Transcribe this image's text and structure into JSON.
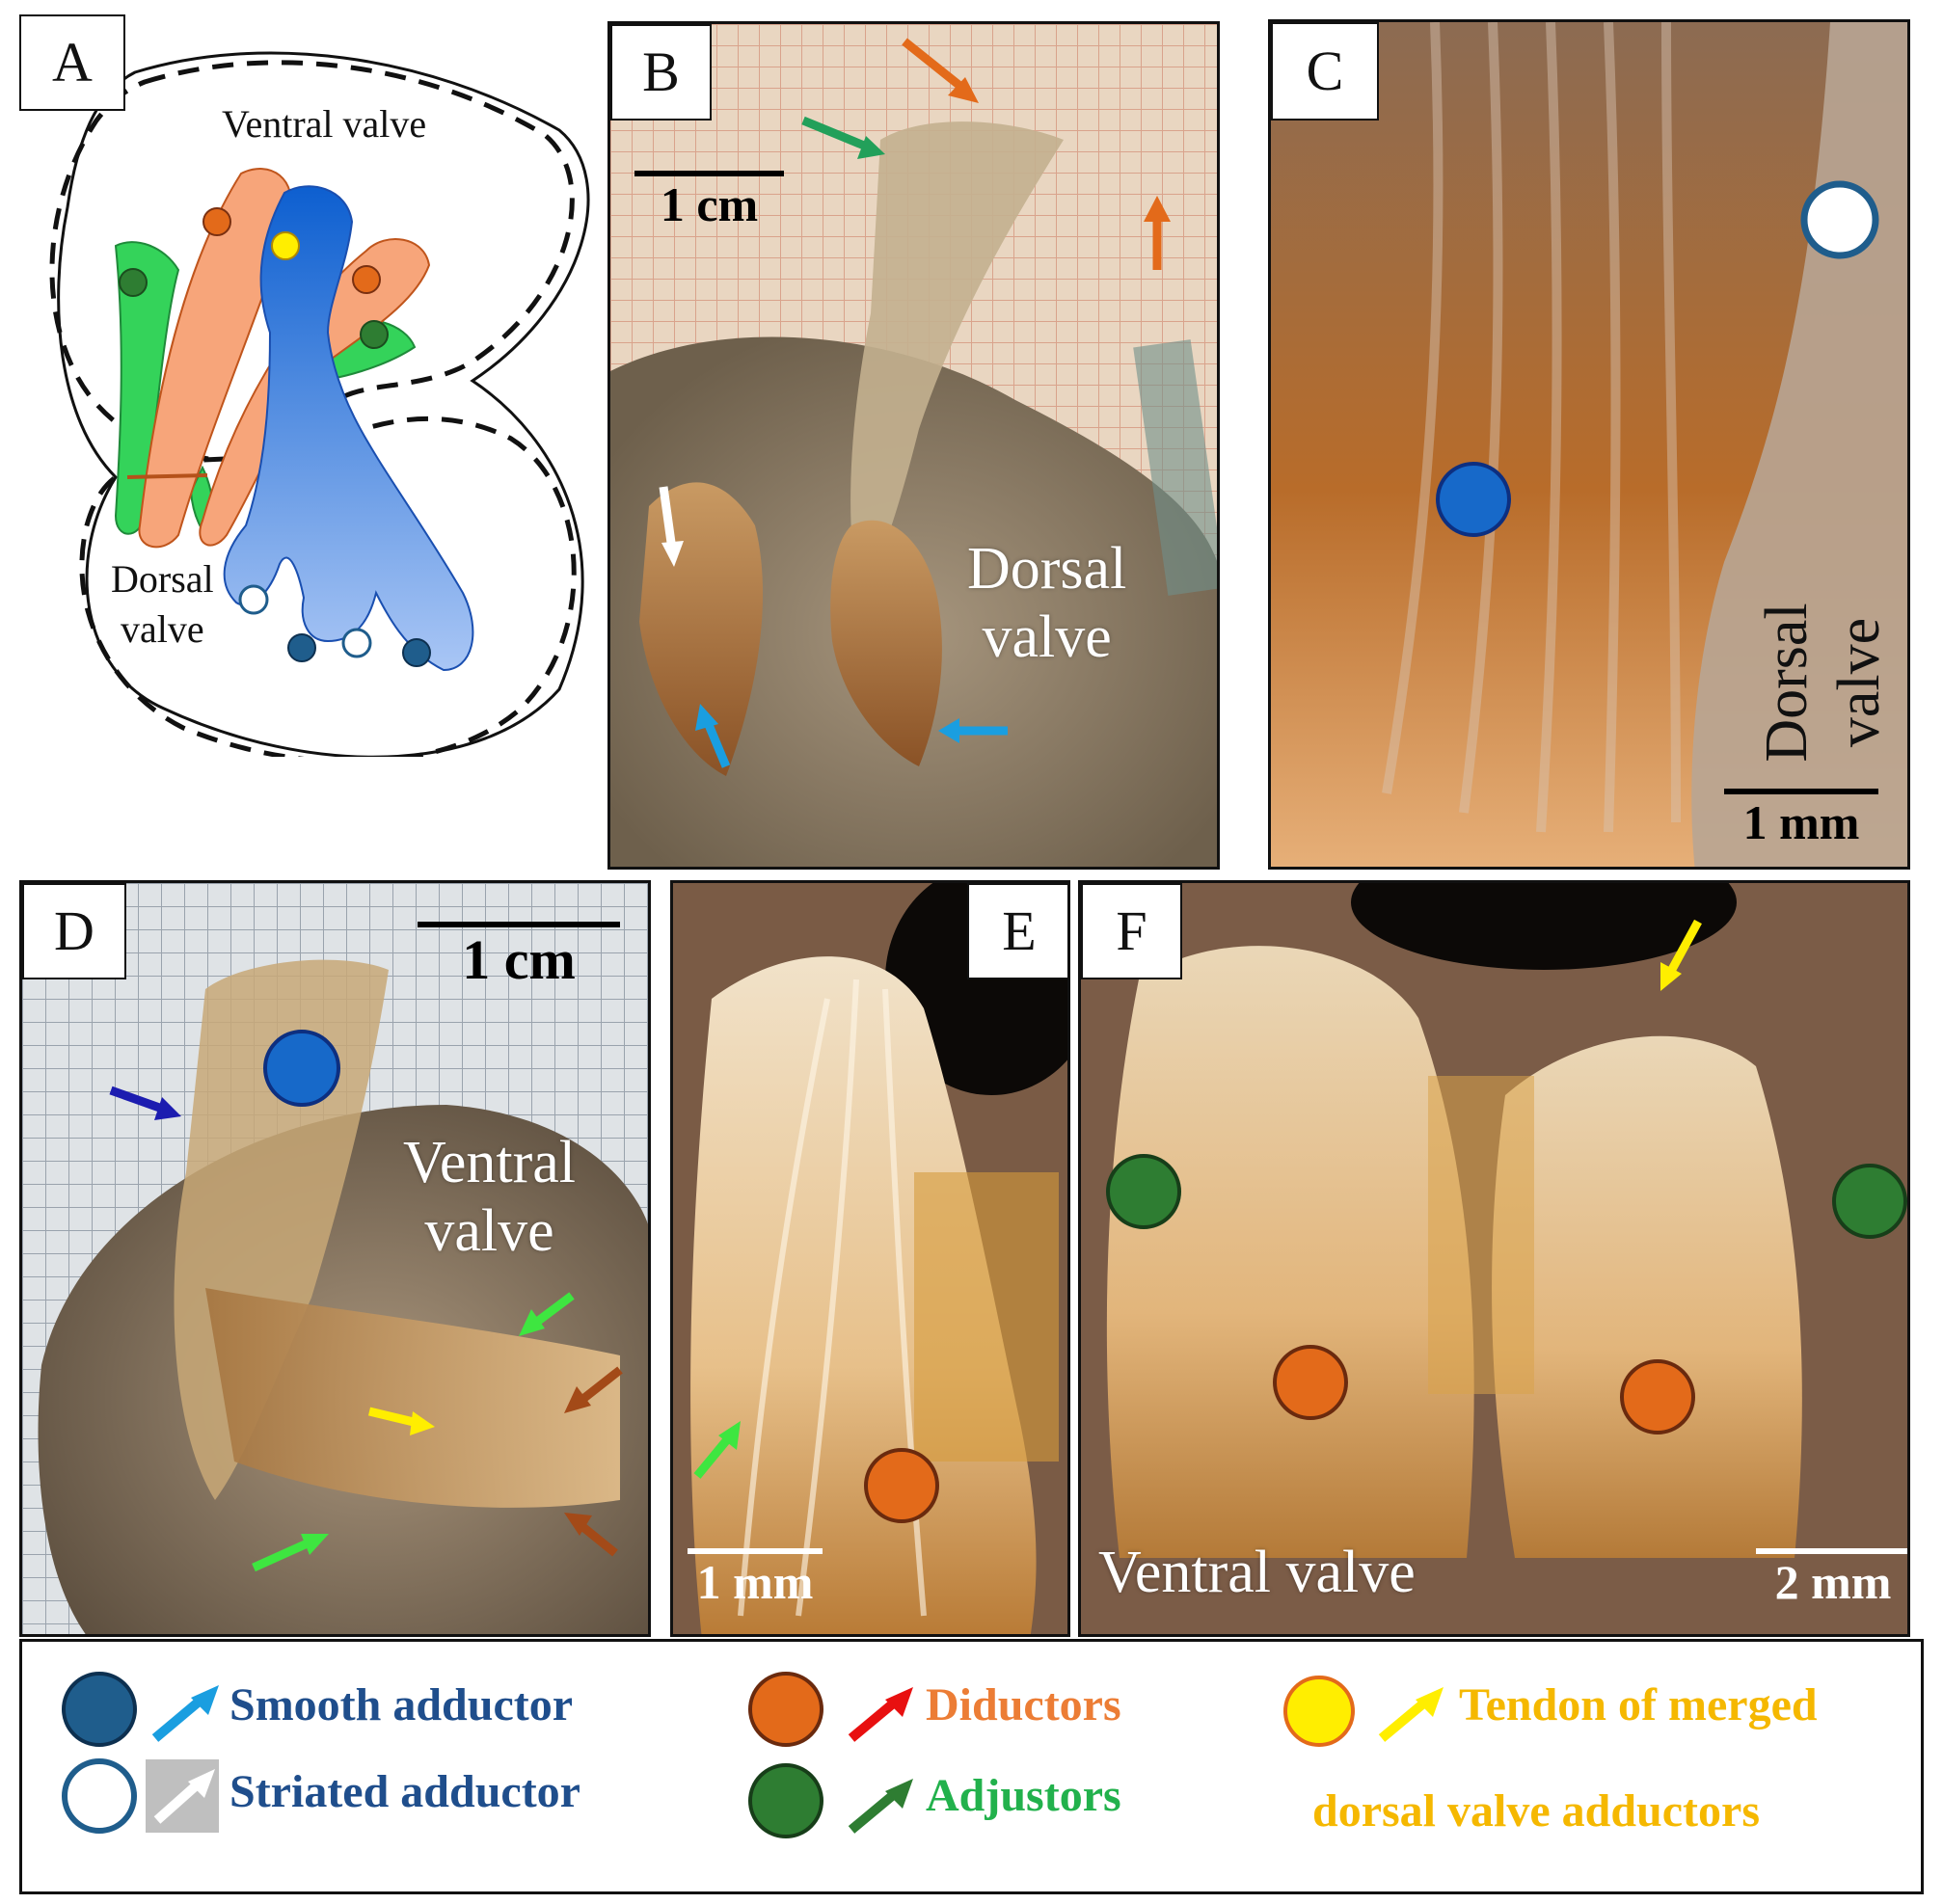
{
  "colors": {
    "smooth": "#1f5d8c",
    "smooth_text": "#1f4e8c",
    "diductor": "#e36a1a",
    "diductor_text": "#ec7d35",
    "adjustor": "#2e7d32",
    "adjustor_text": "#22b14c",
    "tendon": "#ffee00",
    "tendon_text": "#f5b800",
    "arrow_blue": "#1a9ee0",
    "arrow_red": "#e81010",
    "arrow_green": "#2e7d32",
    "arrow_yellow": "#ffee00"
  },
  "panels": {
    "A": {
      "label": "A",
      "ventral_valve": "Ventral valve",
      "dorsal_valve_line1": "Dorsal",
      "dorsal_valve_line2": "valve"
    },
    "B": {
      "label": "B",
      "scale": "1 cm",
      "dorsal_line1": "Dorsal",
      "dorsal_line2": "valve"
    },
    "C": {
      "label": "C",
      "scale": "1 mm",
      "dorsal_line1": "Dorsal",
      "dorsal_line2": "valve"
    },
    "D": {
      "label": "D",
      "scale": "1 cm",
      "ventral_line1": "Ventral",
      "ventral_line2": "valve"
    },
    "E": {
      "label": "E",
      "scale": "1 mm"
    },
    "F": {
      "label": "F",
      "scale": "2 mm",
      "ventral": "Ventral valve"
    }
  },
  "legend": {
    "smooth_adductor": "Smooth adductor",
    "striated_adductor": "Striated adductor",
    "diductors": "Diductors",
    "adjustors": "Adjustors",
    "tendon_line1": "Tendon of merged",
    "tendon_line2": "dorsal valve adductors"
  }
}
